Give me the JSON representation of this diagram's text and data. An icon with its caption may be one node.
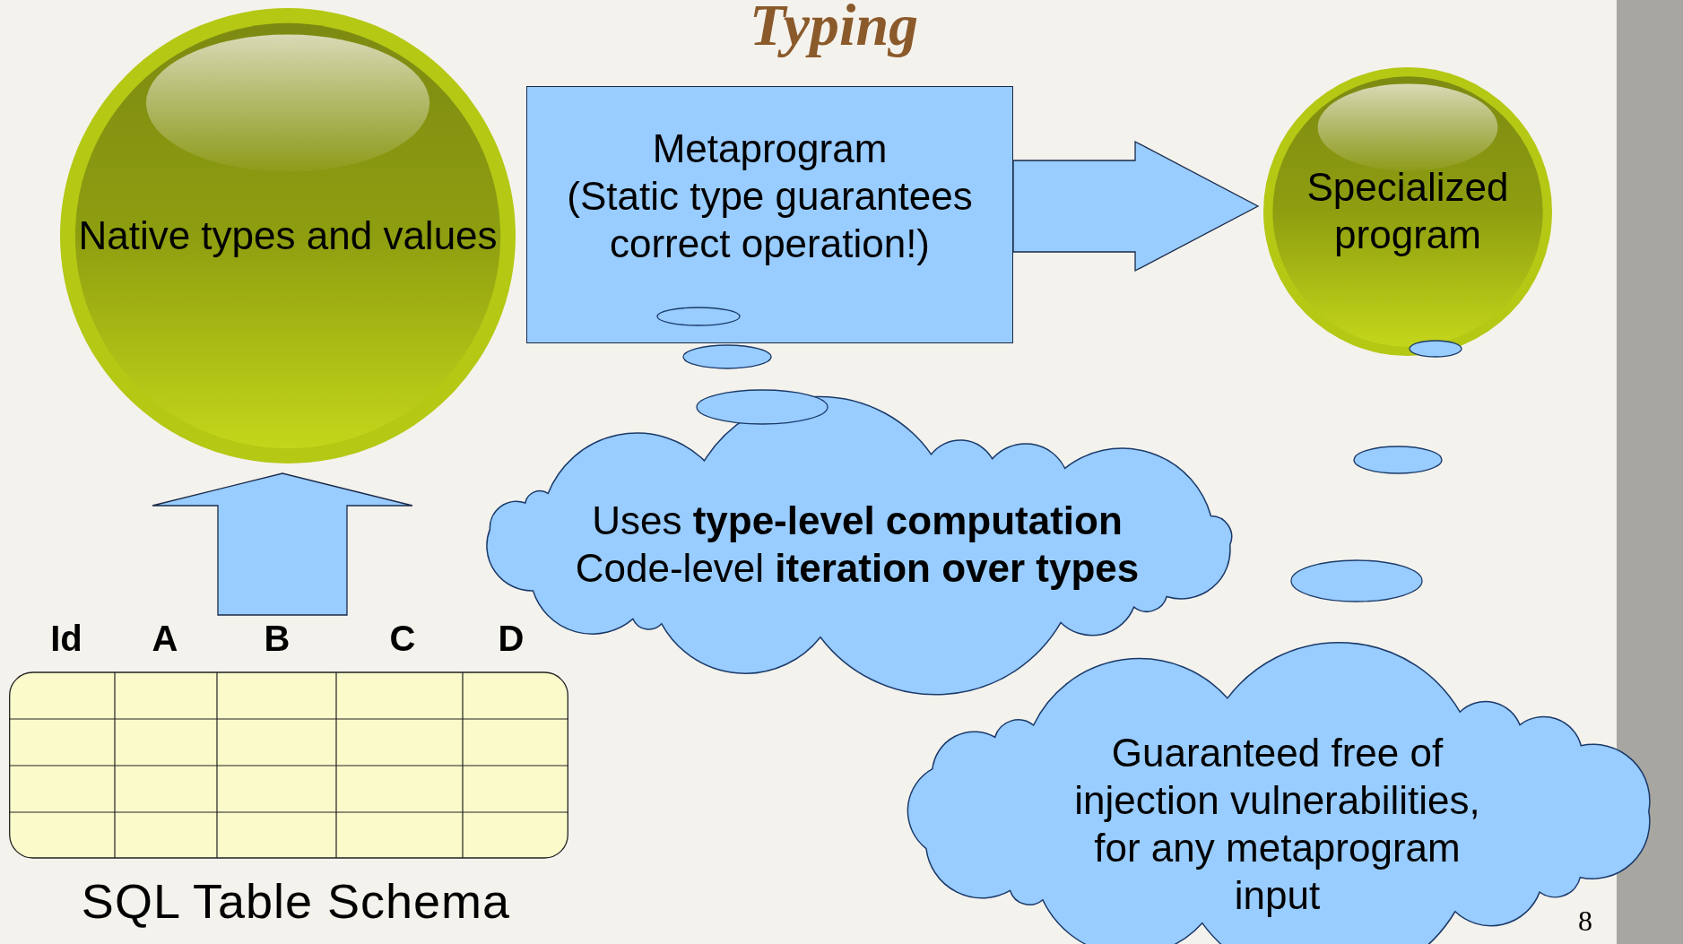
{
  "diagram": {
    "title": "Typing",
    "nodes": [
      {
        "text": [
          "Native types and values"
        ]
      },
      {
        "text": [
          "Metaprogram",
          "(Static type guarantees correct operation!)"
        ]
      },
      {
        "text": [
          "Specialized program"
        ]
      },
      {
        "text": [
          "Id",
          "A",
          "B",
          "C",
          "D"
        ],
        "beside": [
          "SQL Table Schema"
        ]
      },
      {
        "text": [
          "Uses **type-level computation**",
          "Code-level **iteration over types**"
        ]
      },
      {
        "text": [
          "Guaranteed free of injection vulnerabilities, for any metaprogram input"
        ]
      }
    ],
    "edges": [
      {
        "from": 1,
        "to": 2,
        "arrow": "to"
      },
      {
        "from": 3,
        "to": 0,
        "arrow": "to"
      }
    ],
    "labels": [
      "8"
    ]
  }
}
